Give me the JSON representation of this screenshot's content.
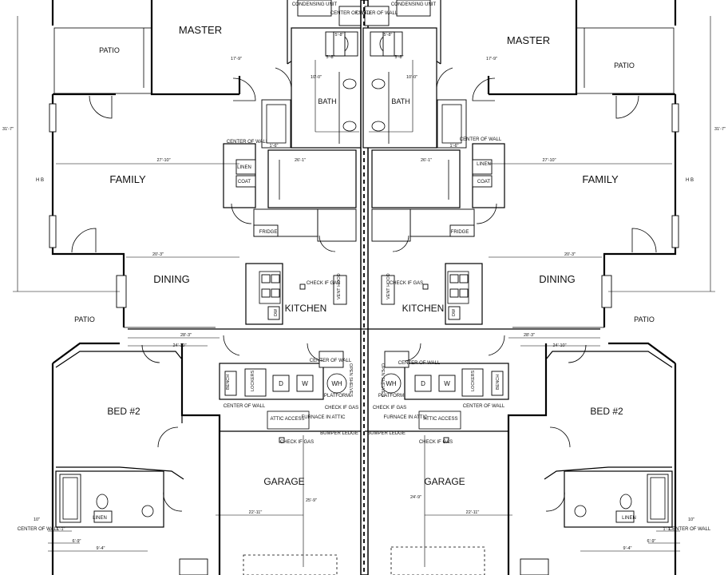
{
  "units": {
    "left": {
      "master": "MASTER",
      "patio_top": "PATIO",
      "family": "FAMILY",
      "dining": "DINING",
      "kitchen": "KITCHEN",
      "patio_bottom": "PATIO",
      "bed2": "BED #2",
      "garage": "GARAGE",
      "bath": "BATH"
    },
    "right": {
      "master": "MASTER",
      "patio_top": "PATIO",
      "family": "FAMILY",
      "dining": "DINING",
      "kitchen": "KITCHEN",
      "patio_bottom": "PATIO",
      "bed2": "BED #2",
      "garage": "GARAGE",
      "bath": "BATH"
    }
  },
  "notes": {
    "condensing_unit": "CONDENSING UNIT",
    "center_of_wall": "CENTER OF WALL",
    "linen": "LINEN",
    "coat": "COAT",
    "fridge": "FRIDGE",
    "check_if_gas": "CHECK IF GAS",
    "vent_hood": "VENT HOOD",
    "dw": "DW",
    "open_shelves": "OPEN SHELVES",
    "bench": "BENCH",
    "lockers": "LOCKERS",
    "wh": "WH",
    "platform": "PLATFORM",
    "attic_access": "ATTIC ACCESS",
    "furnace_in_attic": "FURNACE IN ATTIC",
    "bumper_ledge": "BUMPER LEDGE",
    "hb": "H B",
    "d": "D",
    "w": "W"
  },
  "dimensions": {
    "d_5_8a": "5'-8\"",
    "d_5_8b": "5'-8\"",
    "d_10_0": "10'-0\"",
    "d_17_9": "17'-9\"",
    "d_31_7": "31'-7\"",
    "d_27_10": "27'-10\"",
    "d_26_1": "26'-1\"",
    "d_20_3": "20'-3\"",
    "d_28_3": "28'-3\"",
    "d_24_10": "24'-10\"",
    "d_22_11": "22'-11\"",
    "d_25_9": "25'-9\"",
    "d_24_9": "24'-9\"",
    "d_9_4": "9'-4\"",
    "d_6_9": "6'-9\"",
    "d_1_1": "1'-1\"",
    "d_10": "10\"",
    "d_1_6": "1'-6\""
  }
}
